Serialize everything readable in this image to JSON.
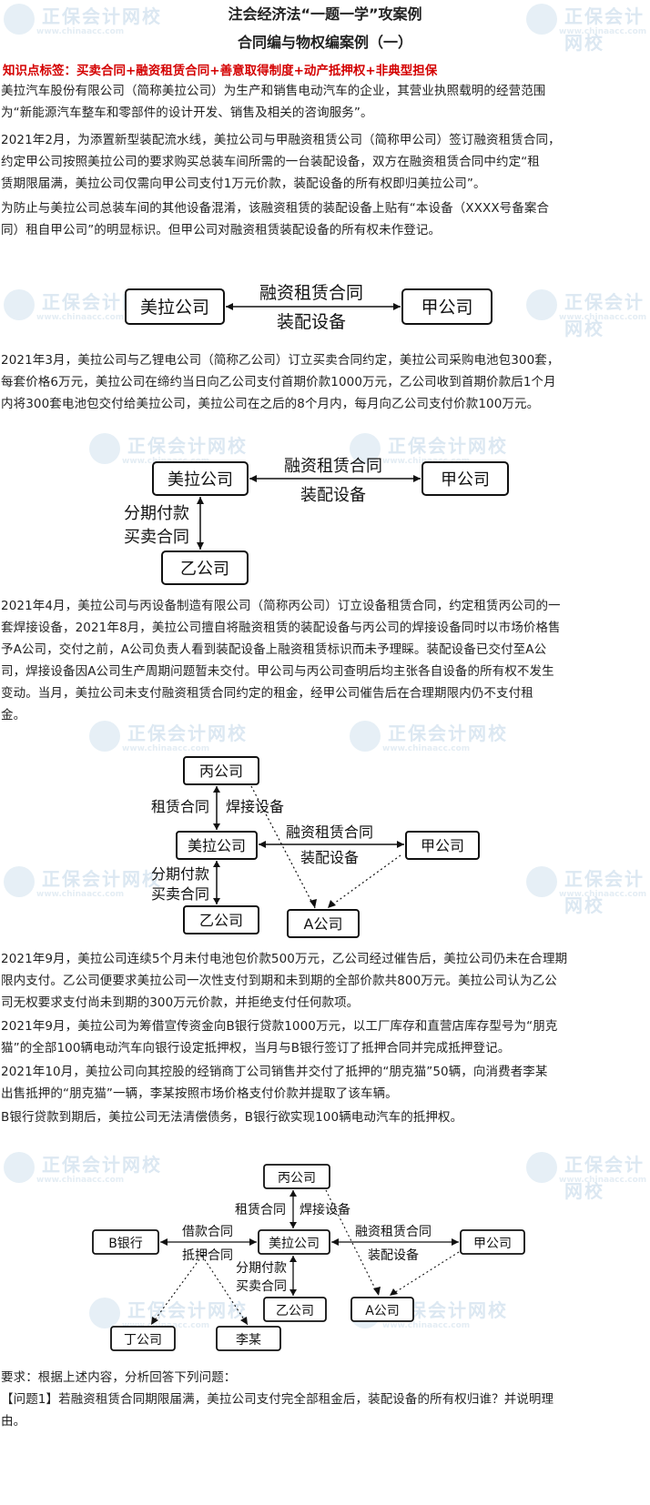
{
  "watermark": {
    "brand": "正保会计网校",
    "site": "www.chinaacc.com"
  },
  "header": {
    "title1": "注会经济法“一题一学”攻案例",
    "title2": "合同编与物权编案例（一）"
  },
  "tags": "知识点标签：买卖合同+融资租赁合同+善意取得制度+动产抵押权+非典型担保",
  "p1": [
    "美拉汽车股份有限公司（简称美拉公司）为生产和销售电动汽车的企业，其营业执照载明的经营范围",
    "为“新能源汽车整车和零部件的设计开发、销售及相关的咨询服务”。"
  ],
  "p2": [
    "2021年2月，为添置新型装配流水线，美拉公司与甲融资租赁公司（简称甲公司）签订融资租赁合同，",
    "约定甲公司按照美拉公司的要求购买总装车间所需的一台装配设备，双方在融资租赁合同中约定“租",
    "赁期限届满，美拉公司仅需向甲公司支付1万元价款，装配设备的所有权即归美拉公司”。"
  ],
  "p3": [
    "为防止与美拉公司总装车间的其他设备混淆，该融资租赁的装配设备上贴有“本设备（XXXX号备案合",
    "同）租自甲公司”的明显标识。但甲公司对融资租赁装配设备的所有权未作登记。"
  ],
  "p4": [
    "2021年3月，美拉公司与乙锂电公司（简称乙公司）订立买卖合同约定，美拉公司采购电池包300套，",
    "每套价格6万元，美拉公司在缔约当日向乙公司支付首期价款1000万元，乙公司收到首期价款后1个月",
    "内将300套电池包交付给美拉公司，美拉公司在之后的8个月内，每月向乙公司支付价款100万元。"
  ],
  "p5": [
    "2021年4月，美拉公司与丙设备制造有限公司（简称丙公司）订立设备租赁合同，约定租赁丙公司的一",
    "套焊接设备，2021年8月，美拉公司擅自将融资租赁的装配设备与丙公司的焊接设备同时以市场价格售",
    "予A公司，交付之前，A公司负责人看到装配设备上融资租赁标识而未予理睬。装配设备已交付至A公",
    "司，焊接设备因A公司生产周期问题暂未交付。甲公司与丙公司查明后均主张各自设备的所有权不发生",
    "变动。当月，美拉公司未支付融资租赁合同约定的租金，经甲公司催告后在合理期限内仍不支付租",
    "金。"
  ],
  "p6": [
    "2021年9月，美拉公司连续5个月未付电池包价款500万元，乙公司经过催告后，美拉公司仍未在合理期",
    "限内支付。乙公司便要求美拉公司一次性支付到期和未到期的全部价款共800万元。美拉公司认为乙公",
    "司无权要求支付尚未到期的300万元价款，并拒绝支付任何款项。"
  ],
  "p7": [
    "2021年9月，美拉公司为筹借宣传资金向B银行贷款1000万元，以工厂库存和直营店库存型号为“朋克",
    "猫”的全部100辆电动汽车向银行设定抵押权，当月与B银行签订了抵押合同并完成抵押登记。"
  ],
  "p8": [
    "2021年10月，美拉公司向其控股的经销商丁公司销售并交付了抵押的“朋克猫”50辆，向消费者李某",
    "出售抵押的“朋克猫”一辆，李某按照市场价格支付价款并提取了该车辆。"
  ],
  "p9": [
    "B银行贷款到期后，美拉公司无法清偿债务，B银行欲实现100辆电动汽车的抵押权。"
  ],
  "req": "要求：根据上述内容，分析回答下列问题：",
  "q1": [
    "【问题1】若融资租赁合同期限届满，美拉公司支付完全部租金后，装配设备的所有权归谁？并说明理",
    "由。"
  ],
  "diagram": {
    "meila": "美拉公司",
    "jia": "甲公司",
    "yi": "乙公司",
    "bing": "丙公司",
    "a": "A公司",
    "bbank": "B银行",
    "ding": "丁公司",
    "limou": "李某",
    "rz1": "融资租赁合同",
    "rz2": "装配设备",
    "fq1": "分期付款",
    "fq2": "买卖合同",
    "zl1": "租赁合同",
    "zl2": "焊接设备",
    "jk1": "借款合同",
    "jk2": "抵押合同"
  }
}
